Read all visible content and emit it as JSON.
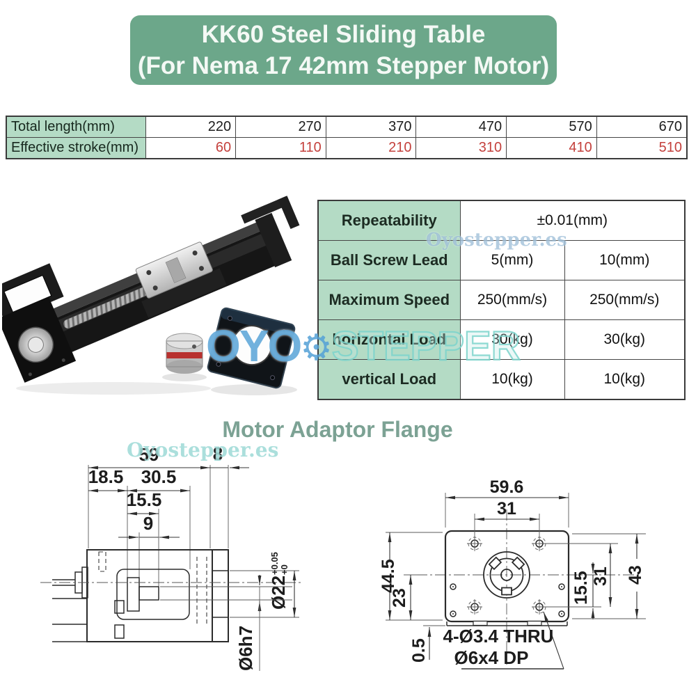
{
  "banner": {
    "line1": "KK60 Steel Sliding Table",
    "line2": "(For Nema 17 42mm Stepper Motor)"
  },
  "length_table": {
    "row1": {
      "label": "Total length(mm)",
      "values": [
        "220",
        "270",
        "370",
        "470",
        "570",
        "670"
      ]
    },
    "row2": {
      "label": "Effective stroke(mm)",
      "values": [
        "60",
        "110",
        "210",
        "310",
        "410",
        "510"
      ]
    }
  },
  "spec_table": {
    "row1": {
      "label": "Repeatability",
      "value": "±0.01(mm)"
    },
    "row2": {
      "label": "Ball Screw Lead",
      "v1": "5(mm)",
      "v2": "10(mm)"
    },
    "row3": {
      "label": "Maximum Speed",
      "v1": "250(mm/s)",
      "v2": "250(mm/s)"
    },
    "row4": {
      "label": "horizontal Load",
      "v1": "30(kg)",
      "v2": "30(kg)"
    },
    "row5": {
      "label": "vertical Load",
      "v1": "10(kg)",
      "v2": "10(kg)"
    }
  },
  "section_title": "Motor Adaptor Flange",
  "watermarks": {
    "site": "Oyostepper.es",
    "brand_left": "OYO",
    "gear_icon": "⚙",
    "brand_right": "STEPPER"
  },
  "left_drawing": {
    "d_59": "59",
    "d_8": "8",
    "d_18_5": "18.5",
    "d_30_5": "30.5",
    "d_15_5": "15.5",
    "d_9": "9",
    "dia22": "Ø22",
    "tol_hi": "+0.05",
    "tol_lo": "+0",
    "dia6": "Ø6h7"
  },
  "right_drawing": {
    "d_59_6": "59.6",
    "d_31_top": "31",
    "d_44_5": "44.5",
    "d_23": "23",
    "d_0_5": "0.5",
    "d_15_5": "15.5",
    "d_31_right": "31",
    "d_43": "43",
    "note_line1": "4-Ø3.4 THRU",
    "note_line2": "Ø6x4 DP"
  },
  "colors": {
    "banner_green": "#6CA78A",
    "header_green": "#B4DBC5",
    "stroke_red": "#C4403C",
    "heading_green": "#7CA294",
    "watermark_teal": "#7BD3CB",
    "watermark_blue": "#52A0D6"
  }
}
